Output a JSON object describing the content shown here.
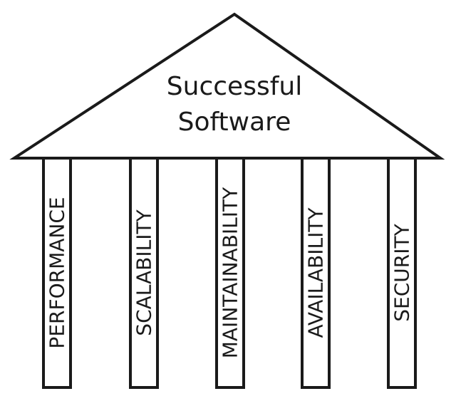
{
  "diagram": {
    "roof": {
      "title_line1": "Successful",
      "title_line2": "Software"
    },
    "pillars": [
      {
        "label": "PERFORMANCE"
      },
      {
        "label": "SCALABILITY"
      },
      {
        "label": "MAINTAINABILITY"
      },
      {
        "label": "AVAILABILITY"
      },
      {
        "label": "SECURITY"
      }
    ]
  }
}
